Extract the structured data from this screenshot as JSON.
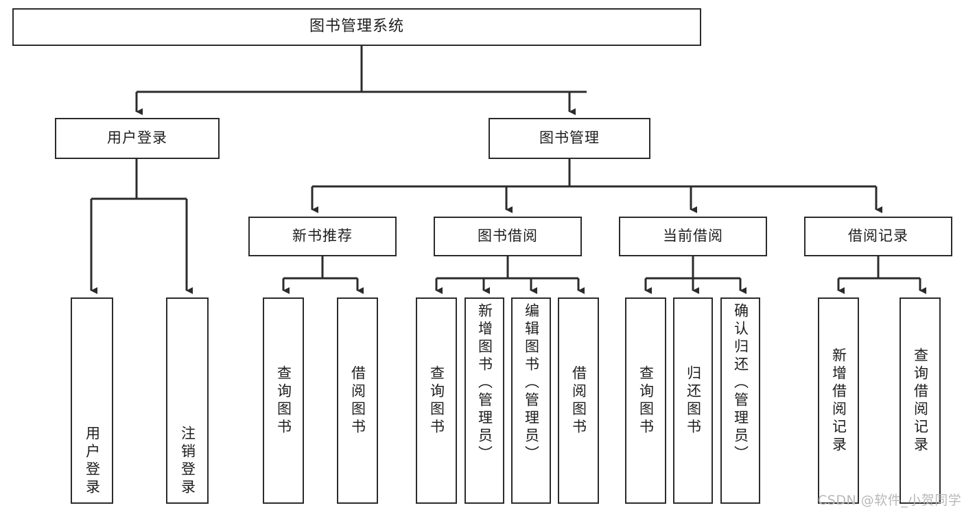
{
  "diagram": {
    "title": "图书管理系统",
    "root": {
      "label": "图书管理系统"
    },
    "level2": [
      {
        "label": "用户登录"
      },
      {
        "label": "图书管理"
      }
    ],
    "level3": [
      {
        "label": "新书推荐"
      },
      {
        "label": "图书借阅"
      },
      {
        "label": "当前借阅"
      },
      {
        "label": "借阅记录"
      }
    ],
    "leaves": {
      "user_login": [
        {
          "label": "用户登录"
        },
        {
          "label": "注销登录"
        }
      ],
      "new_book_recommend": [
        {
          "label": "查询图书"
        },
        {
          "label": "借阅图书"
        }
      ],
      "book_borrow": [
        {
          "label": "查询图书"
        },
        {
          "label": "新增图书（管理员）"
        },
        {
          "label": "编辑图书（管理员）"
        },
        {
          "label": "借阅图书"
        }
      ],
      "current_borrow": [
        {
          "label": "查询图书"
        },
        {
          "label": "归还图书"
        },
        {
          "label": "确认归还（管理员）"
        }
      ],
      "borrow_record": [
        {
          "label": "新增借阅记录"
        },
        {
          "label": "查询借阅记录"
        }
      ]
    },
    "watermark": "CSDN @软件_小贺同学",
    "colors": {
      "stroke": "#2b2b2b",
      "fill": "#ffffff",
      "text": "#1d1d1d",
      "watermark": "#b8b8b8"
    }
  }
}
